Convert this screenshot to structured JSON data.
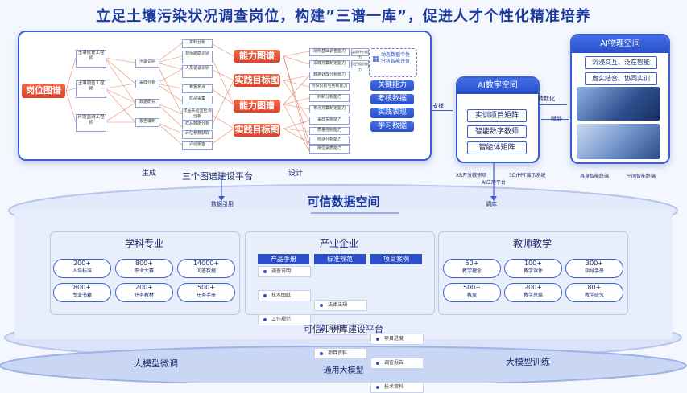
{
  "title": "立足土壤污染状况调查岗位，构建”三谱一库”，促进人才个性化精准培养",
  "platform": {
    "job_map": "岗位图谱",
    "job_categories": [
      "土壤修复工程师",
      "土壤调查工程师",
      "环境监测工程师"
    ],
    "tasks": [
      "污染识别",
      "采样分析",
      "数据研究",
      "报告编制"
    ],
    "task_details": [
      "资料分析",
      "现场踏勘识别",
      "人员访谈识别",
      "布置布点",
      "样品采集",
      "样品实验室检测分析",
      "样品数据分析",
      "评估参数获取",
      "评价报告"
    ],
    "red_nodes": [
      "能力图谱",
      "实践目标图谱",
      "能力图谱",
      "实践目标图谱"
    ],
    "abilities": [
      "场所基础调查能力",
      "采样方案制定能力",
      "数据处理分析能力",
      "污染识别与判断能力",
      "判断分析能力",
      "布点方案制定能力",
      "采样实施能力",
      "质量控制能力",
      "检测分析能力",
      "岗位素质能力",
      "监测评价能力",
      "项目组织能力"
    ],
    "analysis_box": "动态数据个性分析智能评价",
    "metrics": [
      "关键能力",
      "考核数据",
      "实践表现",
      "学习数据"
    ],
    "generate": "生成",
    "platform_name": "三个图谱建设平台",
    "design": "设计",
    "data_ref": "数据引用"
  },
  "ai_digital": {
    "title": "AI数字空间",
    "items": [
      "实训项目矩阵",
      "智能数字教师",
      "智能体矩阵"
    ],
    "footer_left": "XR开发教研项",
    "footer_right": "3D/PPT演示系统",
    "footer_bottom": "AI应用平台",
    "left_arrow": "支撑",
    "right_top": "转数化",
    "right_bottom": "赋能",
    "bottom_link": "调库"
  },
  "ai_physical": {
    "title": "AI物理空间",
    "items": [
      "沉浸交互、泛在智能",
      "虚实结合、协同实训"
    ],
    "caption_left": "具身智能终端",
    "caption_right": "空间智能终端"
  },
  "trusted_space": {
    "title": "可信数据空间"
  },
  "knowledge_base": {
    "subject": {
      "title": "学科专业",
      "items": [
        {
          "value": "200+",
          "label": "人培标准"
        },
        {
          "value": "800+",
          "label": "职业大赛"
        },
        {
          "value": "14000+",
          "label": "问答数据"
        },
        {
          "value": "800+",
          "label": "专业书籍"
        },
        {
          "value": "200+",
          "label": "任务教材"
        },
        {
          "value": "500+",
          "label": "任务手册"
        }
      ]
    },
    "industry": {
      "title": "产业企业",
      "columns": [
        {
          "head": "产品手册",
          "items": [
            "调查说明",
            "技术图纸",
            "工作规范"
          ]
        },
        {
          "head": "标准规范",
          "items": [
            "法律法规",
            "技术规范",
            "项目资料"
          ]
        },
        {
          "head": "项目案例",
          "items": [
            "项目进度",
            "调查报告",
            "技术资料"
          ]
        }
      ]
    },
    "teacher": {
      "title": "教师教学",
      "items": [
        {
          "value": "50+",
          "label": "教学理念"
        },
        {
          "value": "100+",
          "label": "教学课件"
        },
        {
          "value": "300+",
          "label": "指导手册"
        },
        {
          "value": "500+",
          "label": "教案"
        },
        {
          "value": "200+",
          "label": "教学总结"
        },
        {
          "value": "80+",
          "label": "教学研究"
        }
      ]
    },
    "platform_name": "可信知识库建设平台"
  },
  "bottom": {
    "fine_tune": "大模型微调",
    "general": "通用大模型",
    "training": "大模型训练"
  }
}
